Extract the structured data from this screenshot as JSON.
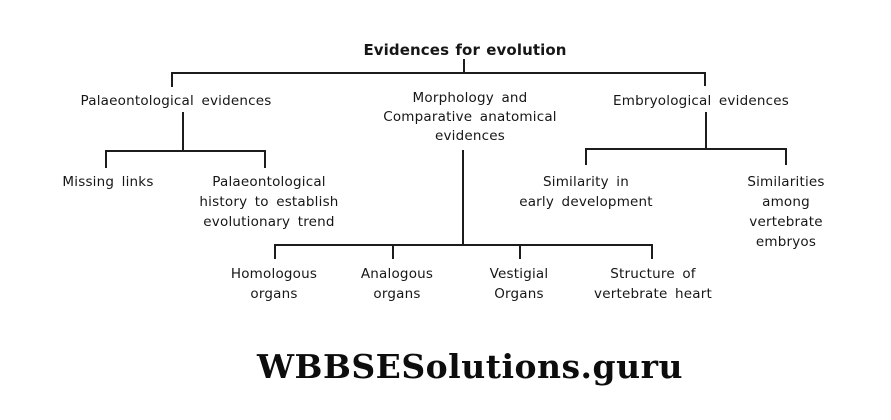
{
  "diagram": {
    "root": {
      "label": "Evidences for evolution"
    },
    "branches": [
      {
        "label": "Palaeontological evidences",
        "children": [
          {
            "label": "Missing links"
          },
          {
            "label": "Palaeontological\nhistory to establish\nevolutionary trend"
          }
        ]
      },
      {
        "label": "Morphology and\nComparative anatomical\nevidences",
        "children": [
          {
            "label": "Homologous\norgans"
          },
          {
            "label": "Analogous\norgans"
          },
          {
            "label": "Vestigial\nOrgans"
          },
          {
            "label": "Structure of\nvertebrate heart"
          }
        ]
      },
      {
        "label": "Embryological evidences",
        "children": [
          {
            "label": "Similarity in\nearly development"
          },
          {
            "label": "Similarities among\nvertebrate embryos"
          }
        ]
      }
    ]
  },
  "watermark": {
    "text": "WBBSESolutions.guru"
  },
  "colors": {
    "ink": "#1c1c1c",
    "background": "#ffffff"
  }
}
